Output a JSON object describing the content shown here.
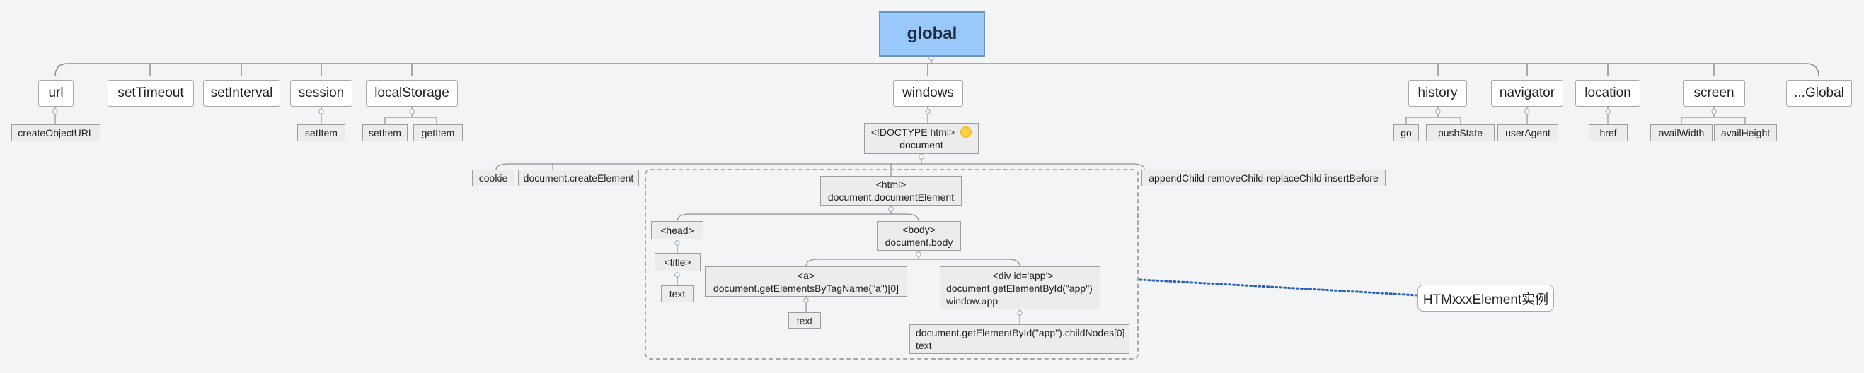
{
  "root": {
    "label": "global"
  },
  "level1": {
    "url": "url",
    "setTimeout": "setTimeout",
    "setInterval": "setInterval",
    "session": "session",
    "localStorage": "localStorage",
    "windows": "windows",
    "history": "history",
    "navigator": "navigator",
    "location": "location",
    "screen": "screen",
    "global": "...Global"
  },
  "children": {
    "url": [
      "createObjectURL"
    ],
    "session": [
      "setItem"
    ],
    "localStorage": [
      "setItem",
      "getItem"
    ],
    "history": [
      "go",
      "pushState"
    ],
    "navigator": [
      "userAgent"
    ],
    "location": [
      "href"
    ],
    "screen": [
      "availWidth",
      "availHeight"
    ]
  },
  "document": {
    "line1": "<!DOCTYPE html>",
    "line2": "document",
    "cookie": "cookie",
    "createElement": "document.createElement",
    "dom_methods": "appendChild-removeChild-replaceChild-insertBefore",
    "html_line1": "<html>",
    "html_line2": "document.documentElement",
    "head": "<head>",
    "title": "<title>",
    "title_text": "text",
    "body_line1": "<body>",
    "body_line2": "document.body",
    "a_line1": "<a>",
    "a_line2": "document.getElementsByTagName(\"a\")[0]",
    "a_text": "text",
    "div_line1": "<div id='app'>",
    "div_line2": "document.getElementById(\"app\")",
    "div_line3": "window.app",
    "child_line1": "document.getElementById(\"app\").childNodes[0]",
    "child_line2": "text"
  },
  "callout": {
    "label": "HTMxxxElement实例"
  },
  "colors": {
    "root_fill": "#99c9fa",
    "line": "#8f8f8f",
    "callout_dotted": "#2b62b8"
  },
  "icons": {
    "document_badge": "sun-icon"
  }
}
